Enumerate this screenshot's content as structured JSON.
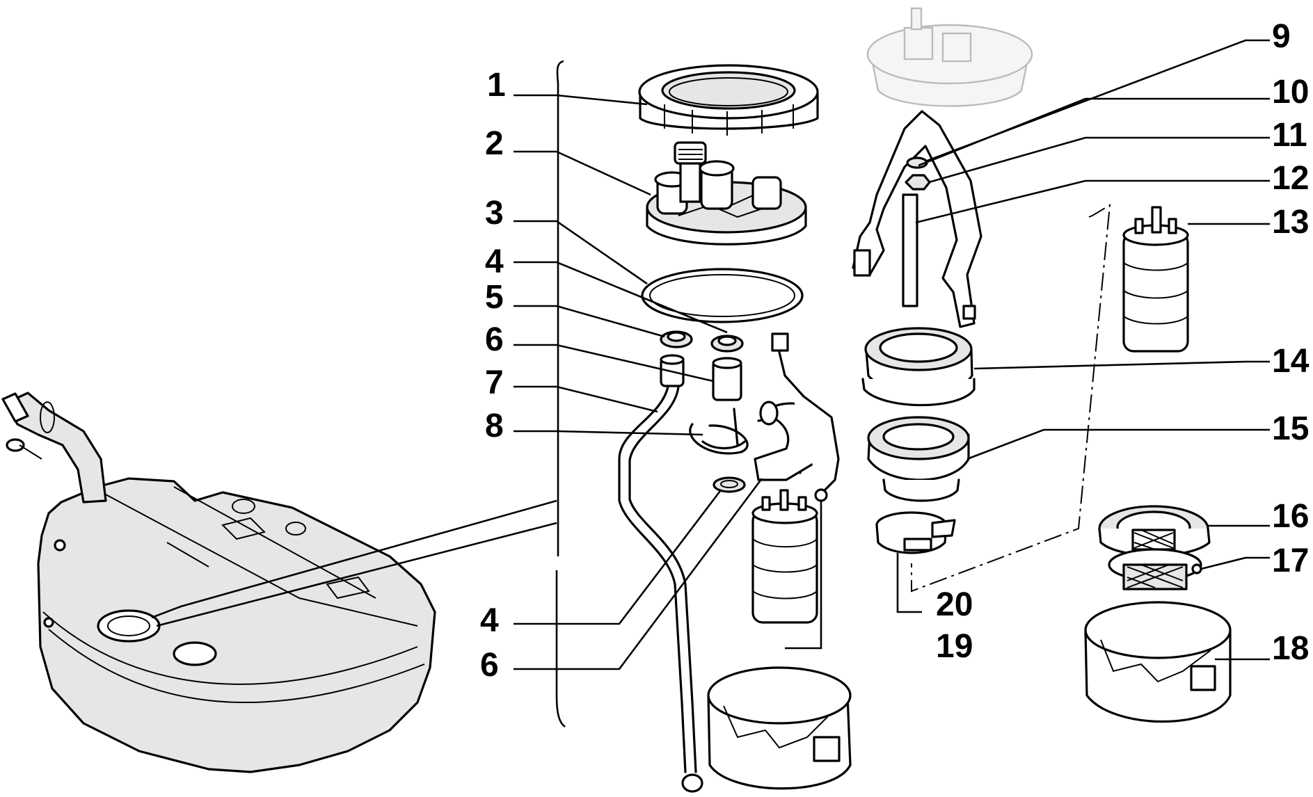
{
  "callouts": [
    {
      "id": "1",
      "label": "1"
    },
    {
      "id": "2",
      "label": "2"
    },
    {
      "id": "3",
      "label": "3"
    },
    {
      "id": "4",
      "label": "4"
    },
    {
      "id": "5",
      "label": "5"
    },
    {
      "id": "6",
      "label": "6"
    },
    {
      "id": "7",
      "label": "7"
    },
    {
      "id": "8",
      "label": "8"
    },
    {
      "id": "4b",
      "label": "4"
    },
    {
      "id": "6b",
      "label": "6"
    },
    {
      "id": "9",
      "label": "9"
    },
    {
      "id": "10",
      "label": "10"
    },
    {
      "id": "11",
      "label": "11"
    },
    {
      "id": "12",
      "label": "12"
    },
    {
      "id": "13",
      "label": "13"
    },
    {
      "id": "14",
      "label": "14"
    },
    {
      "id": "15",
      "label": "15"
    },
    {
      "id": "16",
      "label": "16"
    },
    {
      "id": "17",
      "label": "17"
    },
    {
      "id": "18",
      "label": "18"
    },
    {
      "id": "19",
      "label": "19"
    },
    {
      "id": "20",
      "label": "20"
    }
  ]
}
